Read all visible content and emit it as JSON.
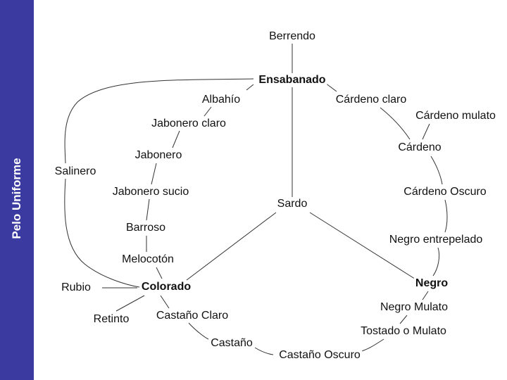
{
  "sidebar": {
    "title": "Pelo Uniforme",
    "color": "#3a3aa0"
  },
  "nodes": {
    "berrendo": "Berrendo",
    "ensabanado": "Ensabanado",
    "albahio": "Albahío",
    "jabonero_claro": "Jabonero claro",
    "jabonero": "Jabonero",
    "jabonero_sucio": "Jabonero sucio",
    "barroso": "Barroso",
    "melocoton": "Melocotón",
    "colorado": "Colorado",
    "rubio": "Rubio",
    "retinto": "Retinto",
    "salinero": "Salinero",
    "castano_claro": "Castaño Claro",
    "castano": "Castaño",
    "castano_oscuro": "Castaño Oscuro",
    "tostado_mulato": "Tostado o Mulato",
    "negro_mulato": "Negro Mulato",
    "negro": "Negro",
    "negro_entrepelado": "Negro entrepelado",
    "cardeno_oscuro": "Cárdeno Oscuro",
    "cardeno": "Cárdeno",
    "cardeno_mulato": "Cárdeno mulato",
    "cardeno_claro": "Cárdeno claro",
    "sardo": "Sardo"
  }
}
